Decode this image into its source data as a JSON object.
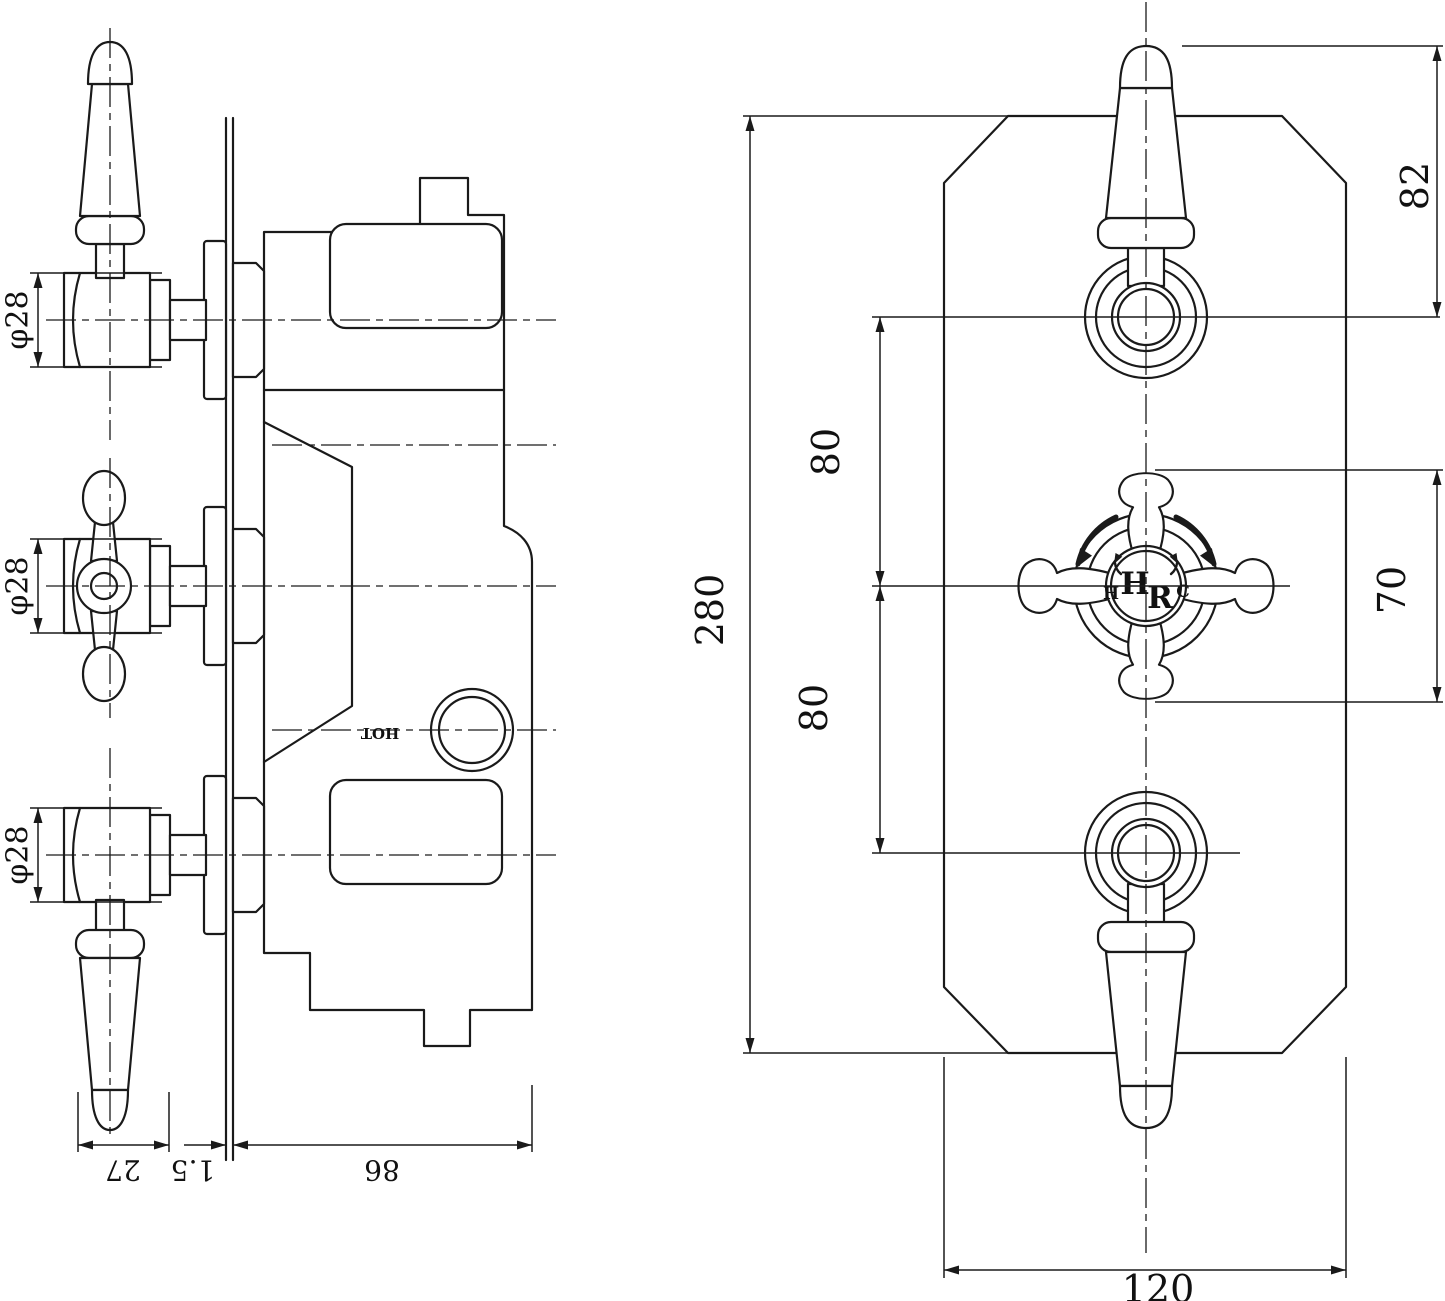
{
  "colors": {
    "line": "#1a1a1a",
    "background": "#ffffff"
  },
  "side_view": {
    "dim_diameter_top": "φ28",
    "dim_diameter_middle": "φ28",
    "dim_diameter_bottom": "φ28",
    "dim_handle_depth": "27",
    "dim_plate_thickness": "1.5",
    "dim_body_depth": "86",
    "port_label": "HOT"
  },
  "front_view": {
    "dim_overall_height": "280",
    "dim_top_to_middle": "80",
    "dim_middle_to_bottom": "80",
    "dim_handle_tip_to_center": "82",
    "dim_middle_knob": "70",
    "dim_plate_width": "120",
    "knob_hot_label": "H",
    "knob_monogram_h": "H",
    "knob_monogram_r": "R",
    "knob_cold_label": "C"
  }
}
